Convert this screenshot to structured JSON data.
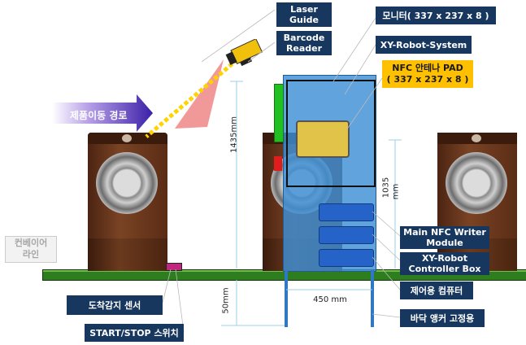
{
  "labels": {
    "laser_guide": "Laser\nGuide",
    "barcode_reader": "Barcode\nReader",
    "monitor": "모니터( 337 x 237 x 8 )",
    "xy_robot_system": "XY-Robot-System",
    "nfc_antenna_pad": "NFC 안테나 PAD\n( 337 x 237 x 8 )",
    "product_path": "제품이동 경로",
    "conveyor_line": "컨베이어\n라인",
    "main_nfc_writer": "Main NFC Writer\nModule",
    "xy_robot_controller": "XY-Robot\nController Box",
    "control_pc": "제어용 컴퓨터",
    "floor_anchor": "바닥 앵커 고정용",
    "arrival_sensor": "도착감지 센서",
    "start_stop_switch": "START/STOP 스위치"
  },
  "dimensions": {
    "height_total": "1435mm",
    "height_frame": "1035",
    "height_frame_unit": "mm",
    "height_base": "50mm",
    "width_base": "450 mm"
  },
  "colors": {
    "navy_label": "#17375e",
    "yellow_label": "#ffc000",
    "conveyor": "#2e7d1f",
    "robot_frame": "#3d8fd6",
    "washer_body": "#6b3a1e"
  }
}
